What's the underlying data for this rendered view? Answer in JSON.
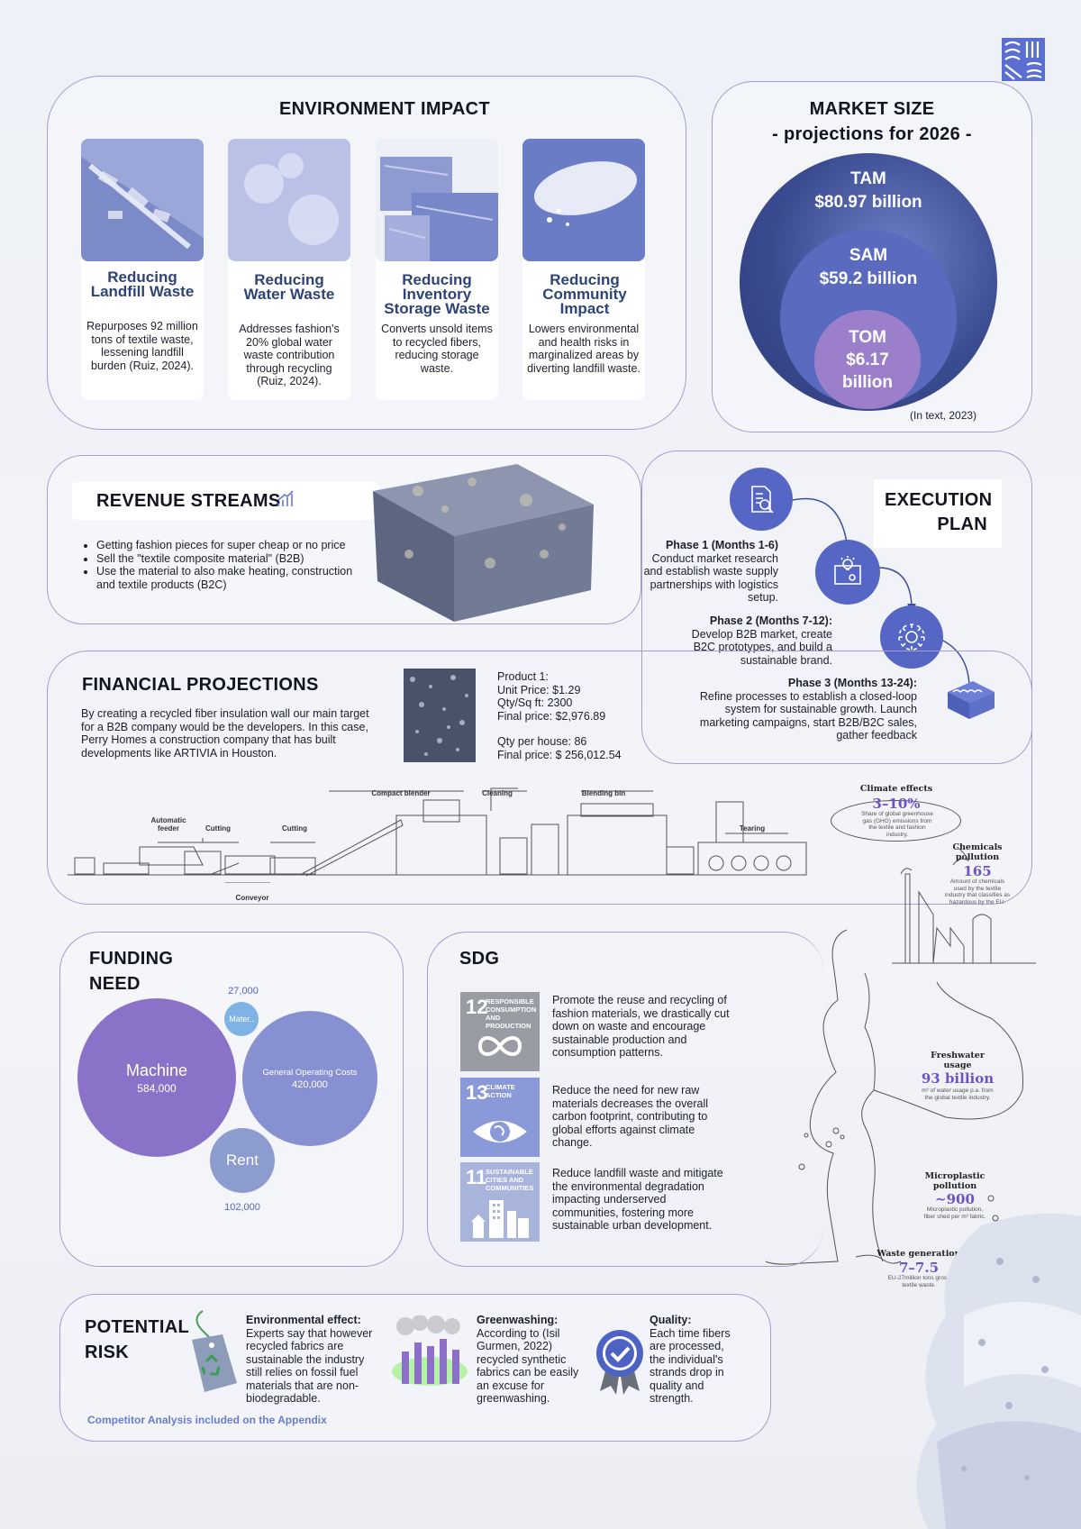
{
  "logo": {
    "name": "brand-logo-weave-icon"
  },
  "environment": {
    "title": "ENVIRONMENT IMPACT",
    "items": [
      {
        "title": "Reducing Landfill Waste",
        "desc": "Repurposes 92 million tons of textile waste, lessening landfill burden (Ruiz, 2024)."
      },
      {
        "title": "Reducing Water Waste",
        "desc": "Addresses fashion's 20% global water waste contribution through recycling (Ruiz, 2024)."
      },
      {
        "title": "Reducing Inventory Storage Waste",
        "desc": "Converts unsold items to recycled fibers, reducing storage waste."
      },
      {
        "title": "Reducing Community Impact",
        "desc": "Lowers environmental and health risks in marginalized areas by diverting landfill waste."
      }
    ]
  },
  "market": {
    "title": "MARKET SIZE",
    "subtitle": "- projections for 2026 -",
    "tam_label": "TAM",
    "tam_value": "$80.97 billion",
    "sam_label": "SAM",
    "sam_value": "$59.2 billion",
    "tom_label": "TOM",
    "tom_value_1": "$6.17",
    "tom_value_2": "billion",
    "source": "(In text, 2023)"
  },
  "revenue": {
    "title": "REVENUE STREAMS",
    "items": [
      "Getting fashion pieces for super cheap or no price",
      "Sell the \"textile composite material\" (B2B)",
      "Use the material to also make heating, construction and textile products (B2C)"
    ]
  },
  "execution": {
    "title_1": "EXECUTION",
    "title_2": "PLAN",
    "phases": [
      {
        "label": "Phase 1 (Months 1-6)",
        "text": "Conduct market research and establish waste supply partnerships with logistics setup."
      },
      {
        "label": "Phase 2 (Months 7-12):",
        "text": "Develop B2B market, create B2C prototypes, and build a sustainable brand."
      },
      {
        "label": "Phase 3 (Months 13-24):",
        "text": "Refine processes to establish a closed-loop system for sustainable growth. Launch marketing campaigns, start B2B/B2C sales, gather feedback"
      }
    ]
  },
  "financial": {
    "title": "FINANCIAL PROJECTIONS",
    "desc": "By creating a recycled fiber insulation wall our main target for a B2B company would be the developers. In this case, Perry Homes a construction company that has built developments like ARTIVIA in Houston.",
    "product": "Product 1:",
    "unit_price": "Unit Price: $1.29",
    "qty": "Qty/Sq ft: 2300",
    "final_price": "Final price: $2,976.89",
    "per_house": "Qty per house: 86",
    "final_price_2": "Final price: $ 256,012.54"
  },
  "machine_labels": {
    "automatic_feeder": "Automatic feeder",
    "cutting_1": "Cutting",
    "cutting_2": "Cutting",
    "compact_blender": "Compact blender",
    "cleaning": "Cleaning",
    "blending_bin": "Blending bin",
    "tearing": "Tearing",
    "conveyor": "Conveyor"
  },
  "stats": {
    "climate": {
      "title": "Climate effects",
      "value": "3–10%",
      "desc": "Share of global greenhouse gas (GHG) emissions from the textile and fashion industry."
    },
    "chemicals": {
      "title": "Chemicals pollution",
      "value": "165",
      "desc": "Amount of chemicals used by the textile industry that classifies as hazardous by the EU."
    },
    "freshwater": {
      "title": "Freshwater usage",
      "value": "93 billion",
      "desc": "m³ of water usage p.a. from the global textile industry."
    },
    "microplastic": {
      "title": "Microplastic pollution",
      "value": "~900",
      "desc": "Microplastic pollution, fiber shed per m² fabric."
    },
    "waste": {
      "title": "Waste generation",
      "value": "7–7.5",
      "desc": "EU-27million tons gross textile waste."
    }
  },
  "funding": {
    "title_1": "FUNDING",
    "title_2": "NEED",
    "machine_label": "Machine",
    "machine_value": "584,000",
    "general_label": "General Operating Costs",
    "general_value": "420,000",
    "rent_label": "Rent",
    "rent_value": "102,000",
    "mater_label": "Mater..",
    "mater_value": "27,000"
  },
  "sdg": {
    "title": "SDG",
    "goals": [
      {
        "num": "12",
        "label": "RESPONSIBLE CONSUMPTION AND PRODUCTION",
        "text": "Promote the reuse and recycling of fashion materials, we drastically cut down on waste and encourage sustainable production and consumption patterns.",
        "color": "#9a9ca3"
      },
      {
        "num": "13",
        "label": "CLIMATE ACTION",
        "text": "Reduce the need for new raw materials decreases the overall carbon footprint, contributing to global efforts against climate change.",
        "color": "#8a99d8"
      },
      {
        "num": "11",
        "label": "SUSTAINABLE CITIES AND COMMUNITIES",
        "text": "Reduce landfill waste and mitigate the environmental degradation impacting underserved communities, fostering more sustainable urban development.",
        "color": "#a9b4dc"
      }
    ]
  },
  "risk": {
    "title_1": "POTENTIAL",
    "title_2": "RISK",
    "items": [
      {
        "label": "Environmental effect:",
        "text": "Experts say that however recycled fabrics are sustainable the industry still relies on fossil fuel materials that are non-biodegradable."
      },
      {
        "label": "Greenwashing:",
        "text": "According to (Isil Gurmen, 2022) recycled synthetic fabrics can be easily an excuse for greenwashing."
      },
      {
        "label": "Quality:",
        "text": "Each time fibers are processed, the individual's strands drop in quality and strength."
      }
    ],
    "footer": "Competitor Analysis included on the Appendix"
  }
}
